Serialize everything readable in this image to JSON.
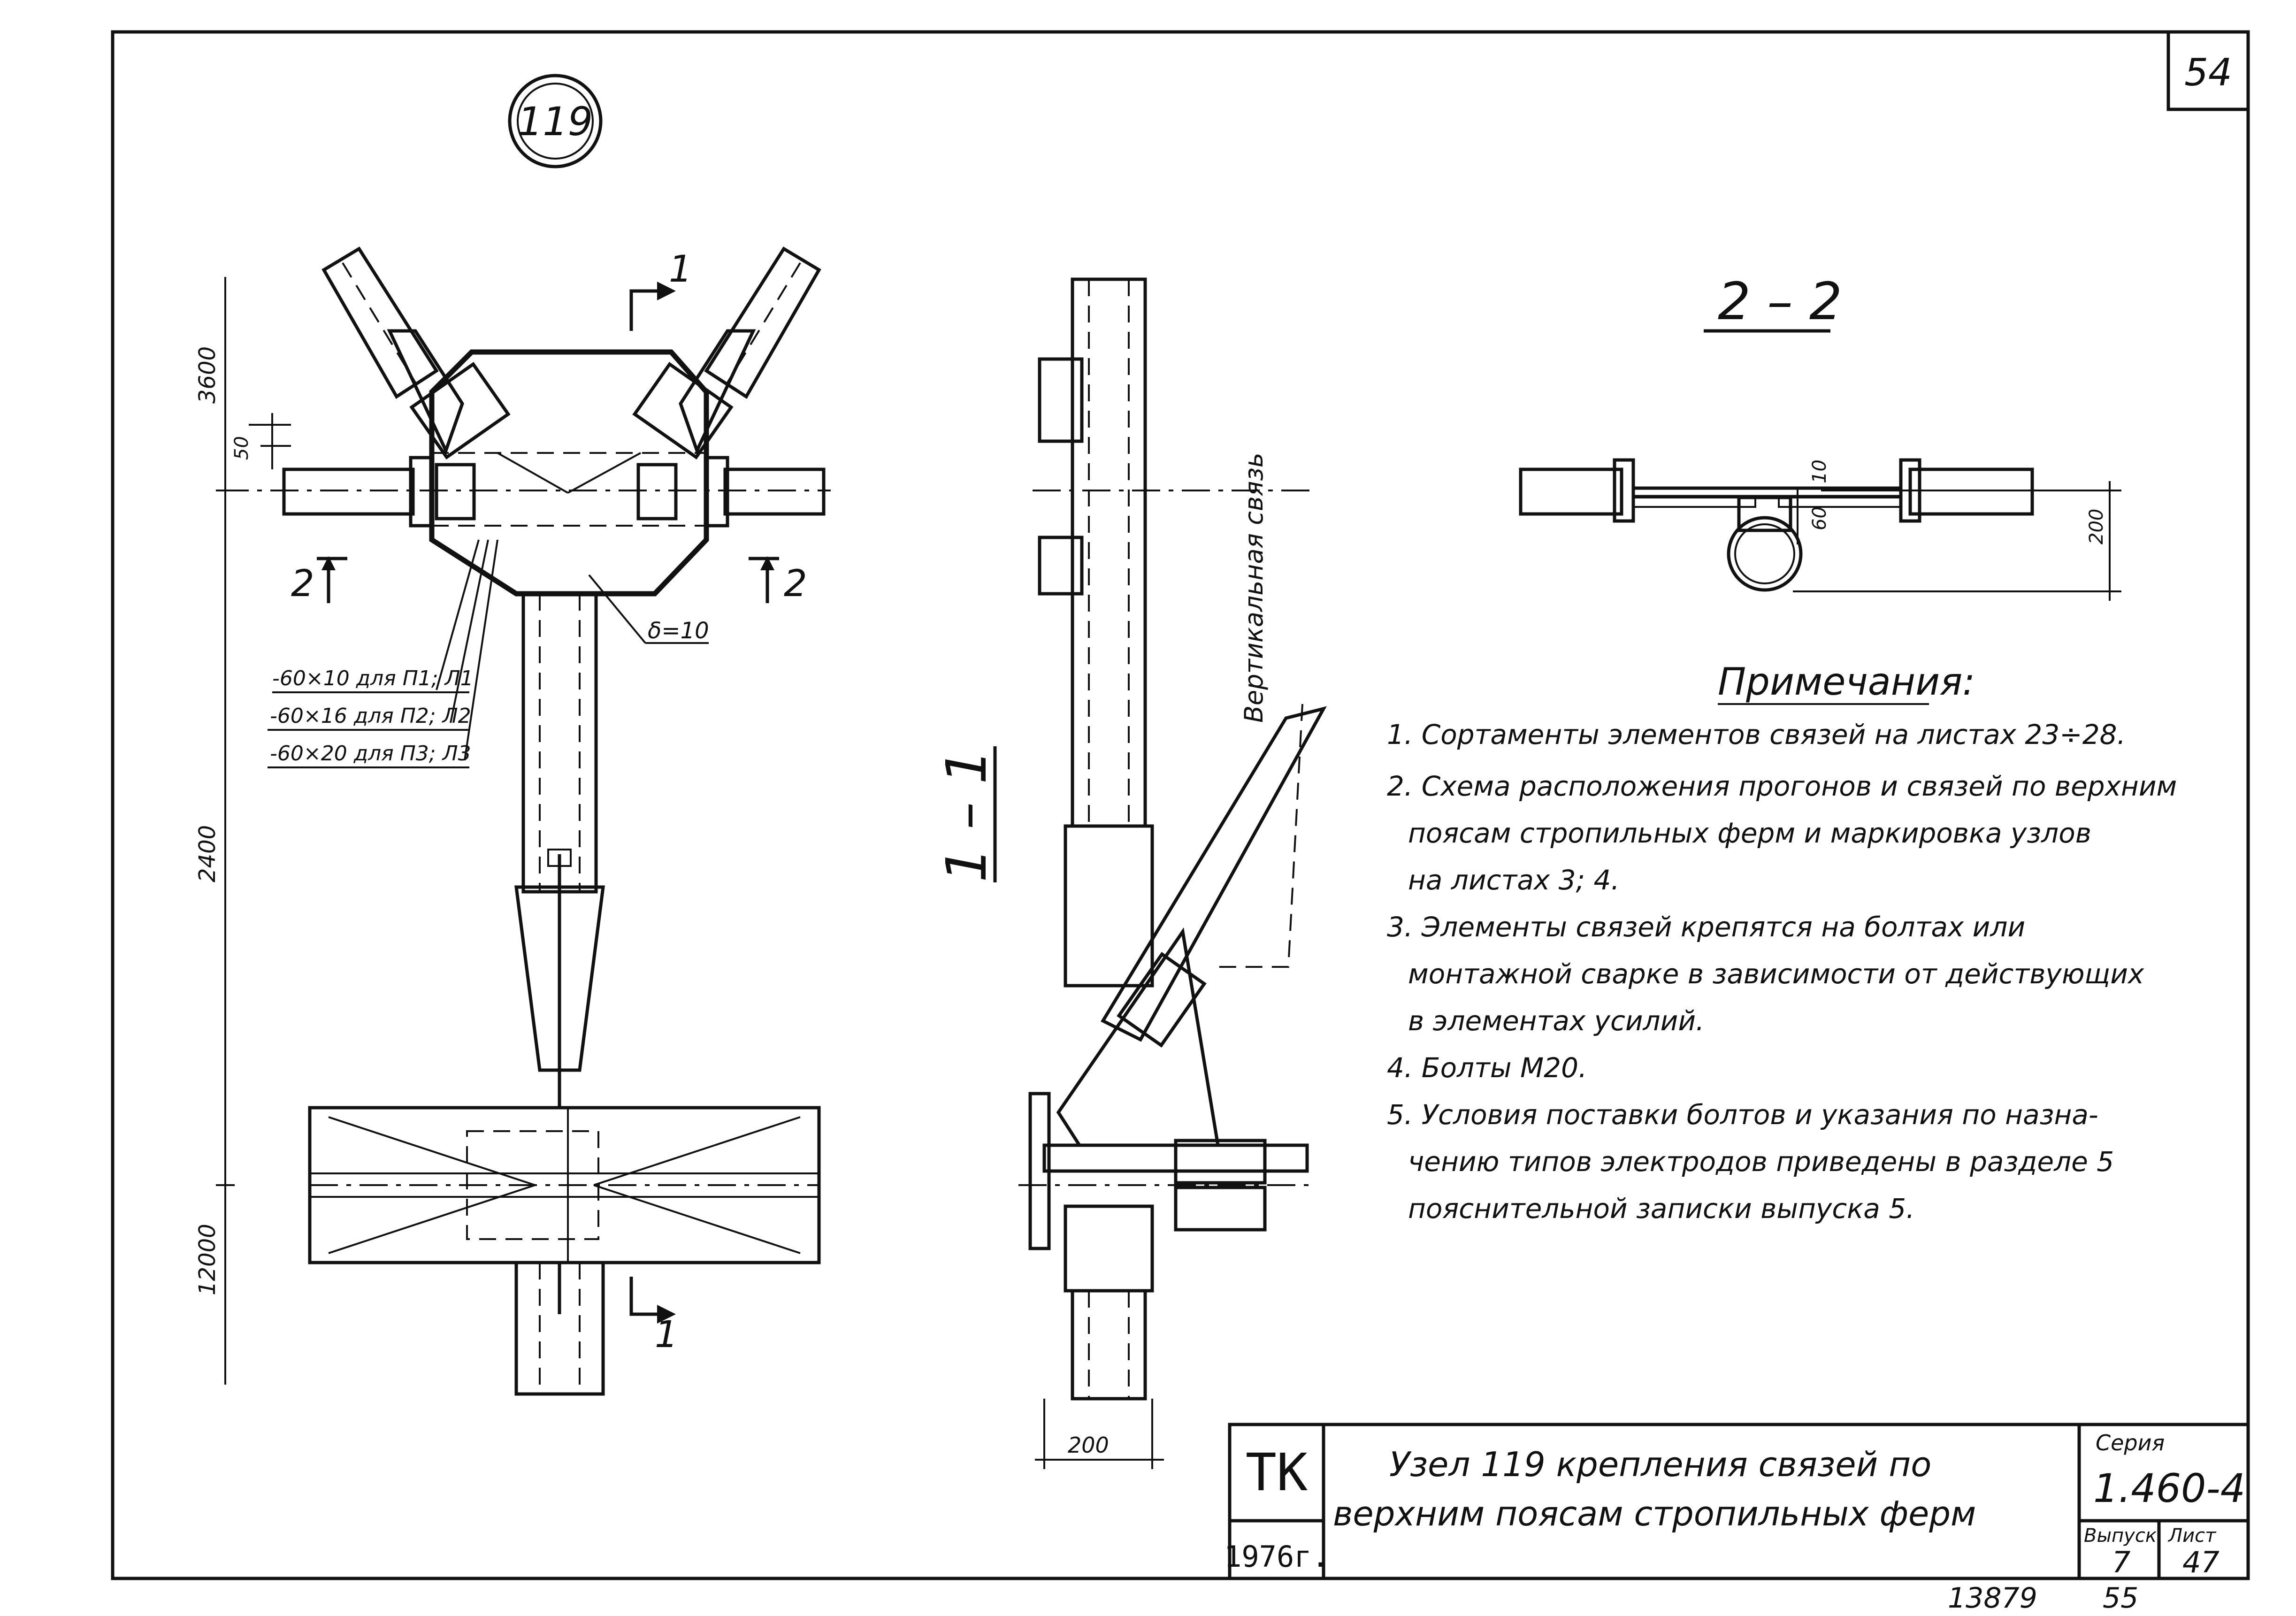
{
  "sheet": {
    "corner_number": "54",
    "footer_left": "13879",
    "footer_right": "55"
  },
  "node": {
    "number": "119"
  },
  "plan_view": {
    "section_label_top": "1",
    "section_label_bottom": "1",
    "section_left": "2",
    "section_right": "2",
    "dim_3600": "3600",
    "dim_50": "50",
    "dim_2400": "2400",
    "dim_12000": "12000",
    "plate_thickness": "δ=10",
    "callouts": [
      "-60×10 для П1; Л1",
      "-60×16 для П2; Л2",
      "-60×20 для П3; Л3"
    ]
  },
  "section_1_1": {
    "title": "1 – 1",
    "brace_label": "Вертикальная связь",
    "dim_200": "200"
  },
  "section_2_2": {
    "title": "2 – 2",
    "dim_10": "10",
    "dim_60": "60",
    "dim_200": "200"
  },
  "notes": {
    "heading": "Примечания:",
    "lines": [
      "1. Сортаменты элементов связей на листах 23÷28.",
      "2. Схема расположения прогонов и связей по верхним",
      "поясам стропильных ферм и маркировка узлов",
      "на листах 3; 4.",
      "3. Элементы связей крепятся на болтах или",
      "монтажной сварке в зависимости от действующих",
      "в элементах усилий.",
      "4. Болты М20.",
      "5. Условия поставки болтов и указания по назна-",
      "чению типов электродов приведены в разделе 5",
      "пояснительной записки выпуска 5."
    ]
  },
  "title_block": {
    "org": "ТК",
    "year": "1976г.",
    "title_line1": "Узел 119 крепления связей по",
    "title_line2": "верхним поясам стропильных ферм",
    "series_label": "Серия",
    "series_value": "1.460-4",
    "issue_label": "Выпуск",
    "issue_value": "7",
    "sheet_label": "Лист",
    "sheet_value": "47"
  }
}
